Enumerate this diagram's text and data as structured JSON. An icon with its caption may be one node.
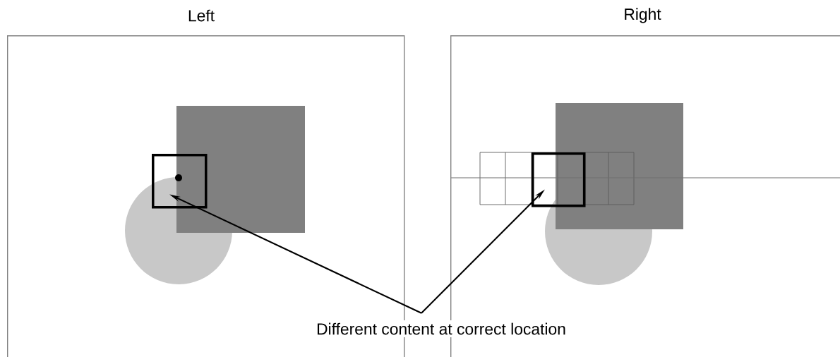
{
  "diagram": {
    "nodes": [
      {
        "text": [
          "Left"
        ]
      },
      {
        "text": [
          "Right"
        ]
      },
      {
        "text": [
          "Different content at correct location"
        ]
      },
      {
        "text": [],
        "shape": "box",
        "in": 0
      },
      {
        "text": [],
        "shape": "box",
        "in": 1
      }
    ],
    "edges": [
      {
        "from": 2,
        "to": 3,
        "arrow": "to"
      },
      {
        "from": 2,
        "to": 4,
        "arrow": "to"
      }
    ]
  }
}
